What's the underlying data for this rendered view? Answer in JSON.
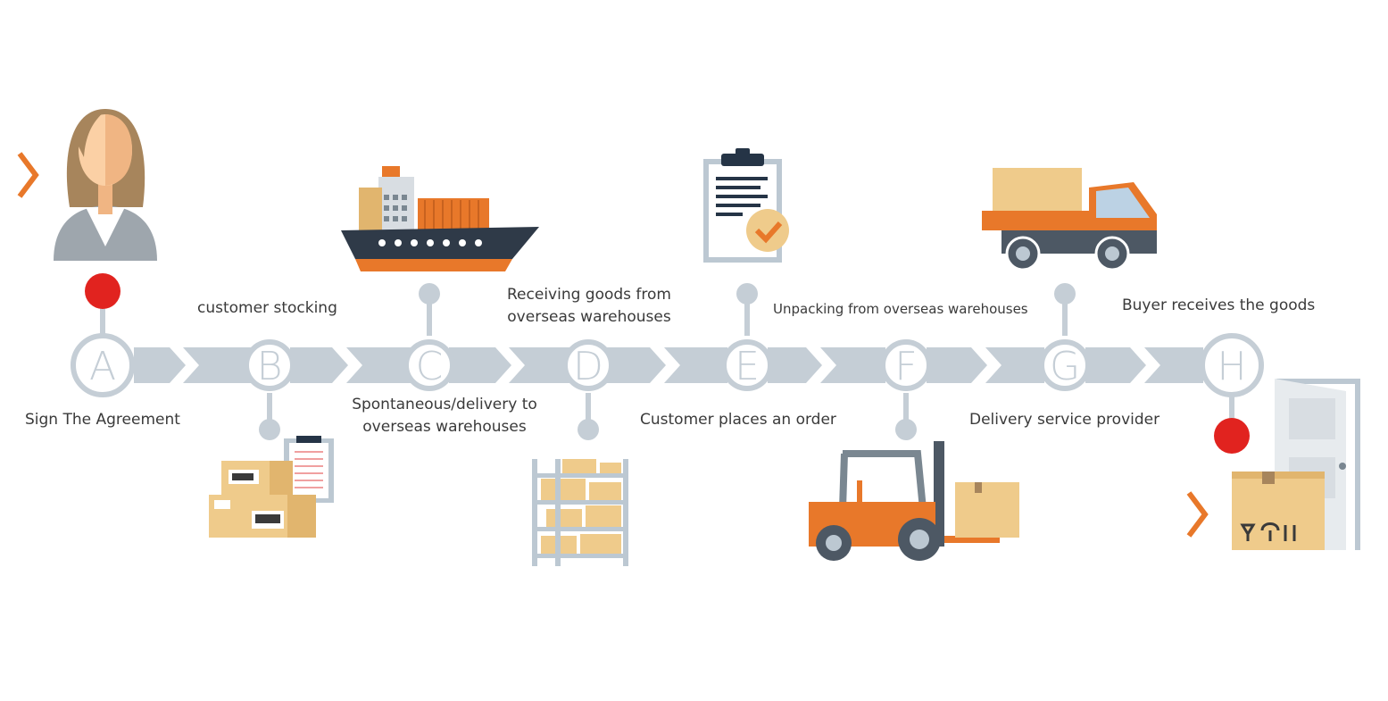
{
  "steps": [
    {
      "letter": "A",
      "label": "Sign The Agreement"
    },
    {
      "letter": "B",
      "label": "customer stocking"
    },
    {
      "letter": "C",
      "label_line1": "Spontaneous/delivery to",
      "label_line2": "overseas warehouses"
    },
    {
      "letter": "D",
      "label_line1": "Receiving goods from",
      "label_line2": "overseas warehouses"
    },
    {
      "letter": "E",
      "label": "Customer places an order"
    },
    {
      "letter": "F",
      "label": "Unpacking from overseas warehouses"
    },
    {
      "letter": "G",
      "label": "Delivery service provider"
    },
    {
      "letter": "H",
      "label": "Buyer receives the goods"
    }
  ],
  "colors": {
    "track": "#c5ced6",
    "accent": "#e8782a",
    "marker": "#e1231f",
    "box": "#efcb8b",
    "text": "#3a3a3a"
  },
  "icons": {
    "A": "businesswoman-icon",
    "B": "boxes-with-clipboard-icon",
    "C": "cargo-ship-icon",
    "D": "warehouse-shelf-icon",
    "E": "checklist-clipboard-icon",
    "F": "forklift-icon",
    "G": "delivery-truck-icon",
    "H": "doorstep-parcel-icon"
  }
}
